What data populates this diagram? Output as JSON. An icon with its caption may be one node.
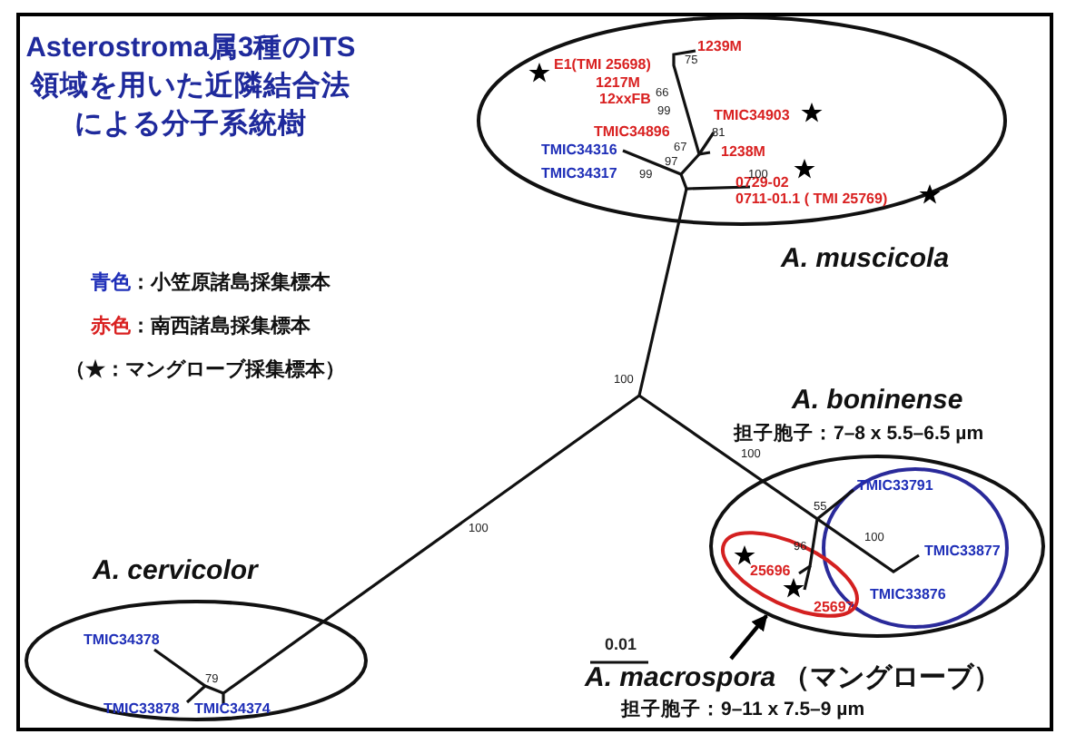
{
  "diagram": {
    "title": "Asterostroma属3種のITS 領域を用いた近隣結合法による分子系統樹",
    "nodes": [
      {
        "text": [
          "A. muscicola"
        ]
      },
      {
        "text": [
          "1239M"
        ],
        "in": 0
      },
      {
        "text": [
          "E1(TMI 25698)"
        ],
        "in": 0
      },
      {
        "text": [
          "1217M"
        ],
        "in": 0
      },
      {
        "text": [
          "12xxFB"
        ],
        "in": 0
      },
      {
        "text": [
          "TMIC34903"
        ],
        "in": 0
      },
      {
        "text": [
          "TMIC34896"
        ],
        "in": 0
      },
      {
        "text": [
          "TMIC34316"
        ],
        "in": 0
      },
      {
        "text": [
          "1238M"
        ],
        "in": 0
      },
      {
        "text": [
          "TMIC34317"
        ],
        "in": 0
      },
      {
        "text": [
          "0729-02"
        ],
        "in": 0
      },
      {
        "text": [
          "0711-01.1 ( TMI 25769)"
        ],
        "in": 0
      },
      {
        "text": [
          "A. boninense",
          "担子胞子：7–8 x 5.5–6.5 µm"
        ]
      },
      {
        "text": [],
        "shape": "ellipse",
        "in": 12
      },
      {
        "text": [
          "TMIC33791"
        ],
        "in": 13
      },
      {
        "text": [
          "TMIC33877"
        ],
        "in": 13
      },
      {
        "text": [
          "TMIC33876"
        ],
        "in": 13
      },
      {
        "text": [],
        "shape": "ellipse",
        "in": 12
      },
      {
        "text": [
          "25696"
        ],
        "in": 17
      },
      {
        "text": [
          "25697"
        ],
        "in": 17
      },
      {
        "text": [
          "A. cervicolor"
        ]
      },
      {
        "text": [
          "TMIC34378"
        ],
        "in": 20
      },
      {
        "text": [
          "TMIC33878"
        ],
        "in": 20
      },
      {
        "text": [
          "TMIC34374"
        ],
        "in": 20
      },
      {
        "text": [
          "*A. macrospora* （マングローブ）",
          "担子胞子：9–11 x 7.5–9 µm"
        ]
      }
    ],
    "edges": [
      {
        "from": 24,
        "to": 17,
        "arrow": "to"
      }
    ],
    "labels": [
      "75",
      "66",
      "99",
      "81",
      "67",
      "97",
      "99",
      "100",
      "100",
      "100",
      "55",
      "100",
      "100",
      "96",
      "0.01",
      "79"
    ],
    "legend": [
      {
        "text": "青色：小笠原諸島採集標本",
        "color": "#1f2fb8"
      },
      {
        "text": "赤色：南西諸島採集標本",
        "color": "#d92121"
      },
      {
        "text": "（★：マングローブ採集標本）"
      }
    ]
  }
}
